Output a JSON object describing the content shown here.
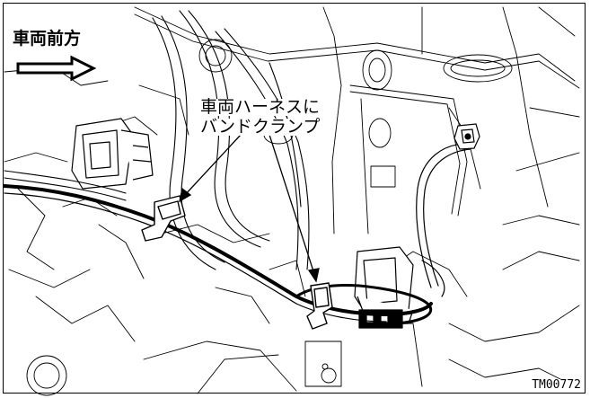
{
  "labels": {
    "direction": "車両前方",
    "clamp_note_line1": "車両ハーネスに",
    "clamp_note_line2": "バンドクランプ",
    "figure_code": "TM00772"
  },
  "icons": {
    "direction_arrow": "right-arrow-icon"
  },
  "colors": {
    "line": "#000000",
    "background": "#ffffff"
  }
}
